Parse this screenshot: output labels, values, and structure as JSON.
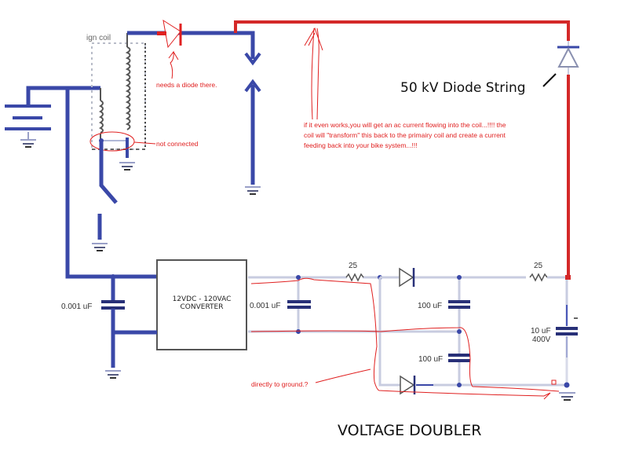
{
  "diagram": {
    "title": "VOLTAGE DOUBLER",
    "colors": {
      "low_voltage_wire": "#3a48a8",
      "high_voltage_wire": "#d42828",
      "annotation": "#e02020",
      "light_wire": "#c8cce0"
    },
    "components": {
      "ignition_coil": {
        "label": "ign coil"
      },
      "converter": {
        "line1": "12VDC - 120VAC",
        "line2": "CONVERTER"
      },
      "input_capacitor": {
        "label": "0.001 uF"
      },
      "output_capacitor": {
        "label": "0.001 uF"
      },
      "resistor_1": {
        "label": "25"
      },
      "resistor_2": {
        "label": "25"
      },
      "doubler_capacitor_top": {
        "label": "100 uF"
      },
      "doubler_capacitor_bottom": {
        "label": "100 uF"
      },
      "storage_capacitor": {
        "line1": "10 uF",
        "line2": "400V"
      },
      "diode_string": {
        "label": "50 kV Diode String"
      }
    },
    "annotations": {
      "needs_diode": "needs a diode there.",
      "not_connected": "not connected",
      "directly_to_ground": "directly to ground.?",
      "ac_current_note": [
        "if it even works,you will get an ac current flowing into the coil...!!!!  the",
        "coil will \"transform\" this back to the primairy coil and create a current",
        "feeding back into your bike system...!!!"
      ]
    }
  }
}
